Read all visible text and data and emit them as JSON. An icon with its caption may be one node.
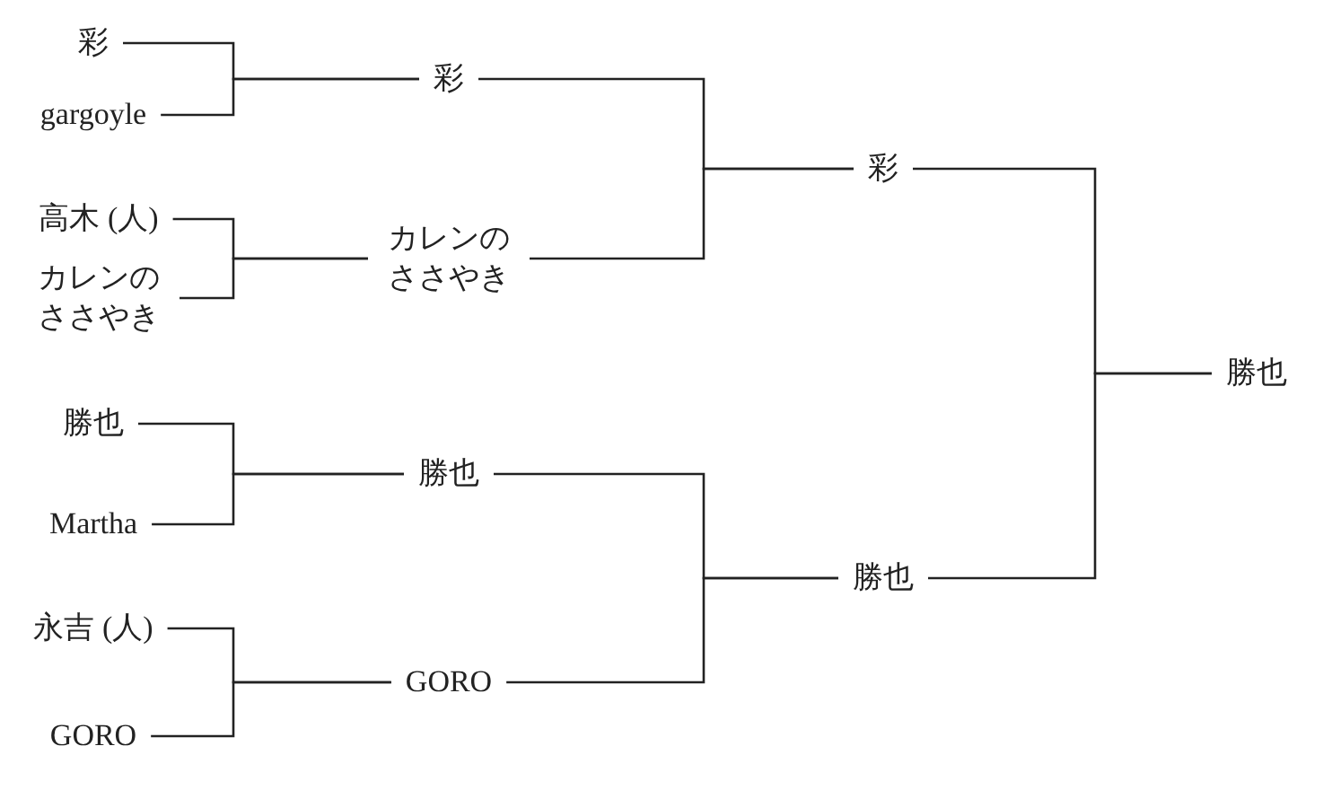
{
  "diagram": {
    "nodes": [
      {
        "text": [
          "彩"
        ]
      },
      {
        "text": [
          "gargoyle"
        ]
      },
      {
        "text": [
          "高木 (人)"
        ]
      },
      {
        "text": [
          "カレンのささやき"
        ]
      },
      {
        "text": [
          "勝也"
        ]
      },
      {
        "text": [
          "Martha"
        ]
      },
      {
        "text": [
          "永吉 (人)"
        ]
      },
      {
        "text": [
          "GORO"
        ]
      },
      {
        "text": [
          "彩"
        ]
      },
      {
        "text": [
          "カレンのささやき"
        ]
      },
      {
        "text": [
          "勝也"
        ]
      },
      {
        "text": [
          "GORO"
        ]
      },
      {
        "text": [
          "彩"
        ]
      },
      {
        "text": [
          "勝也"
        ]
      },
      {
        "text": [
          "勝也"
        ]
      }
    ],
    "edges": [
      {
        "from": 0,
        "to": 8,
        "arrow": "none"
      },
      {
        "from": 1,
        "to": 8,
        "arrow": "none"
      },
      {
        "from": 2,
        "to": 9,
        "arrow": "none"
      },
      {
        "from": 3,
        "to": 9,
        "arrow": "none"
      },
      {
        "from": 4,
        "to": 10,
        "arrow": "none"
      },
      {
        "from": 5,
        "to": 10,
        "arrow": "none"
      },
      {
        "from": 6,
        "to": 11,
        "arrow": "none"
      },
      {
        "from": 7,
        "to": 11,
        "arrow": "none"
      },
      {
        "from": 8,
        "to": 12,
        "arrow": "none"
      },
      {
        "from": 9,
        "to": 12,
        "arrow": "none"
      },
      {
        "from": 10,
        "to": 13,
        "arrow": "none"
      },
      {
        "from": 11,
        "to": 13,
        "arrow": "none"
      },
      {
        "from": 12,
        "to": 14,
        "arrow": "none"
      },
      {
        "from": 13,
        "to": 14,
        "arrow": "none"
      }
    ]
  }
}
